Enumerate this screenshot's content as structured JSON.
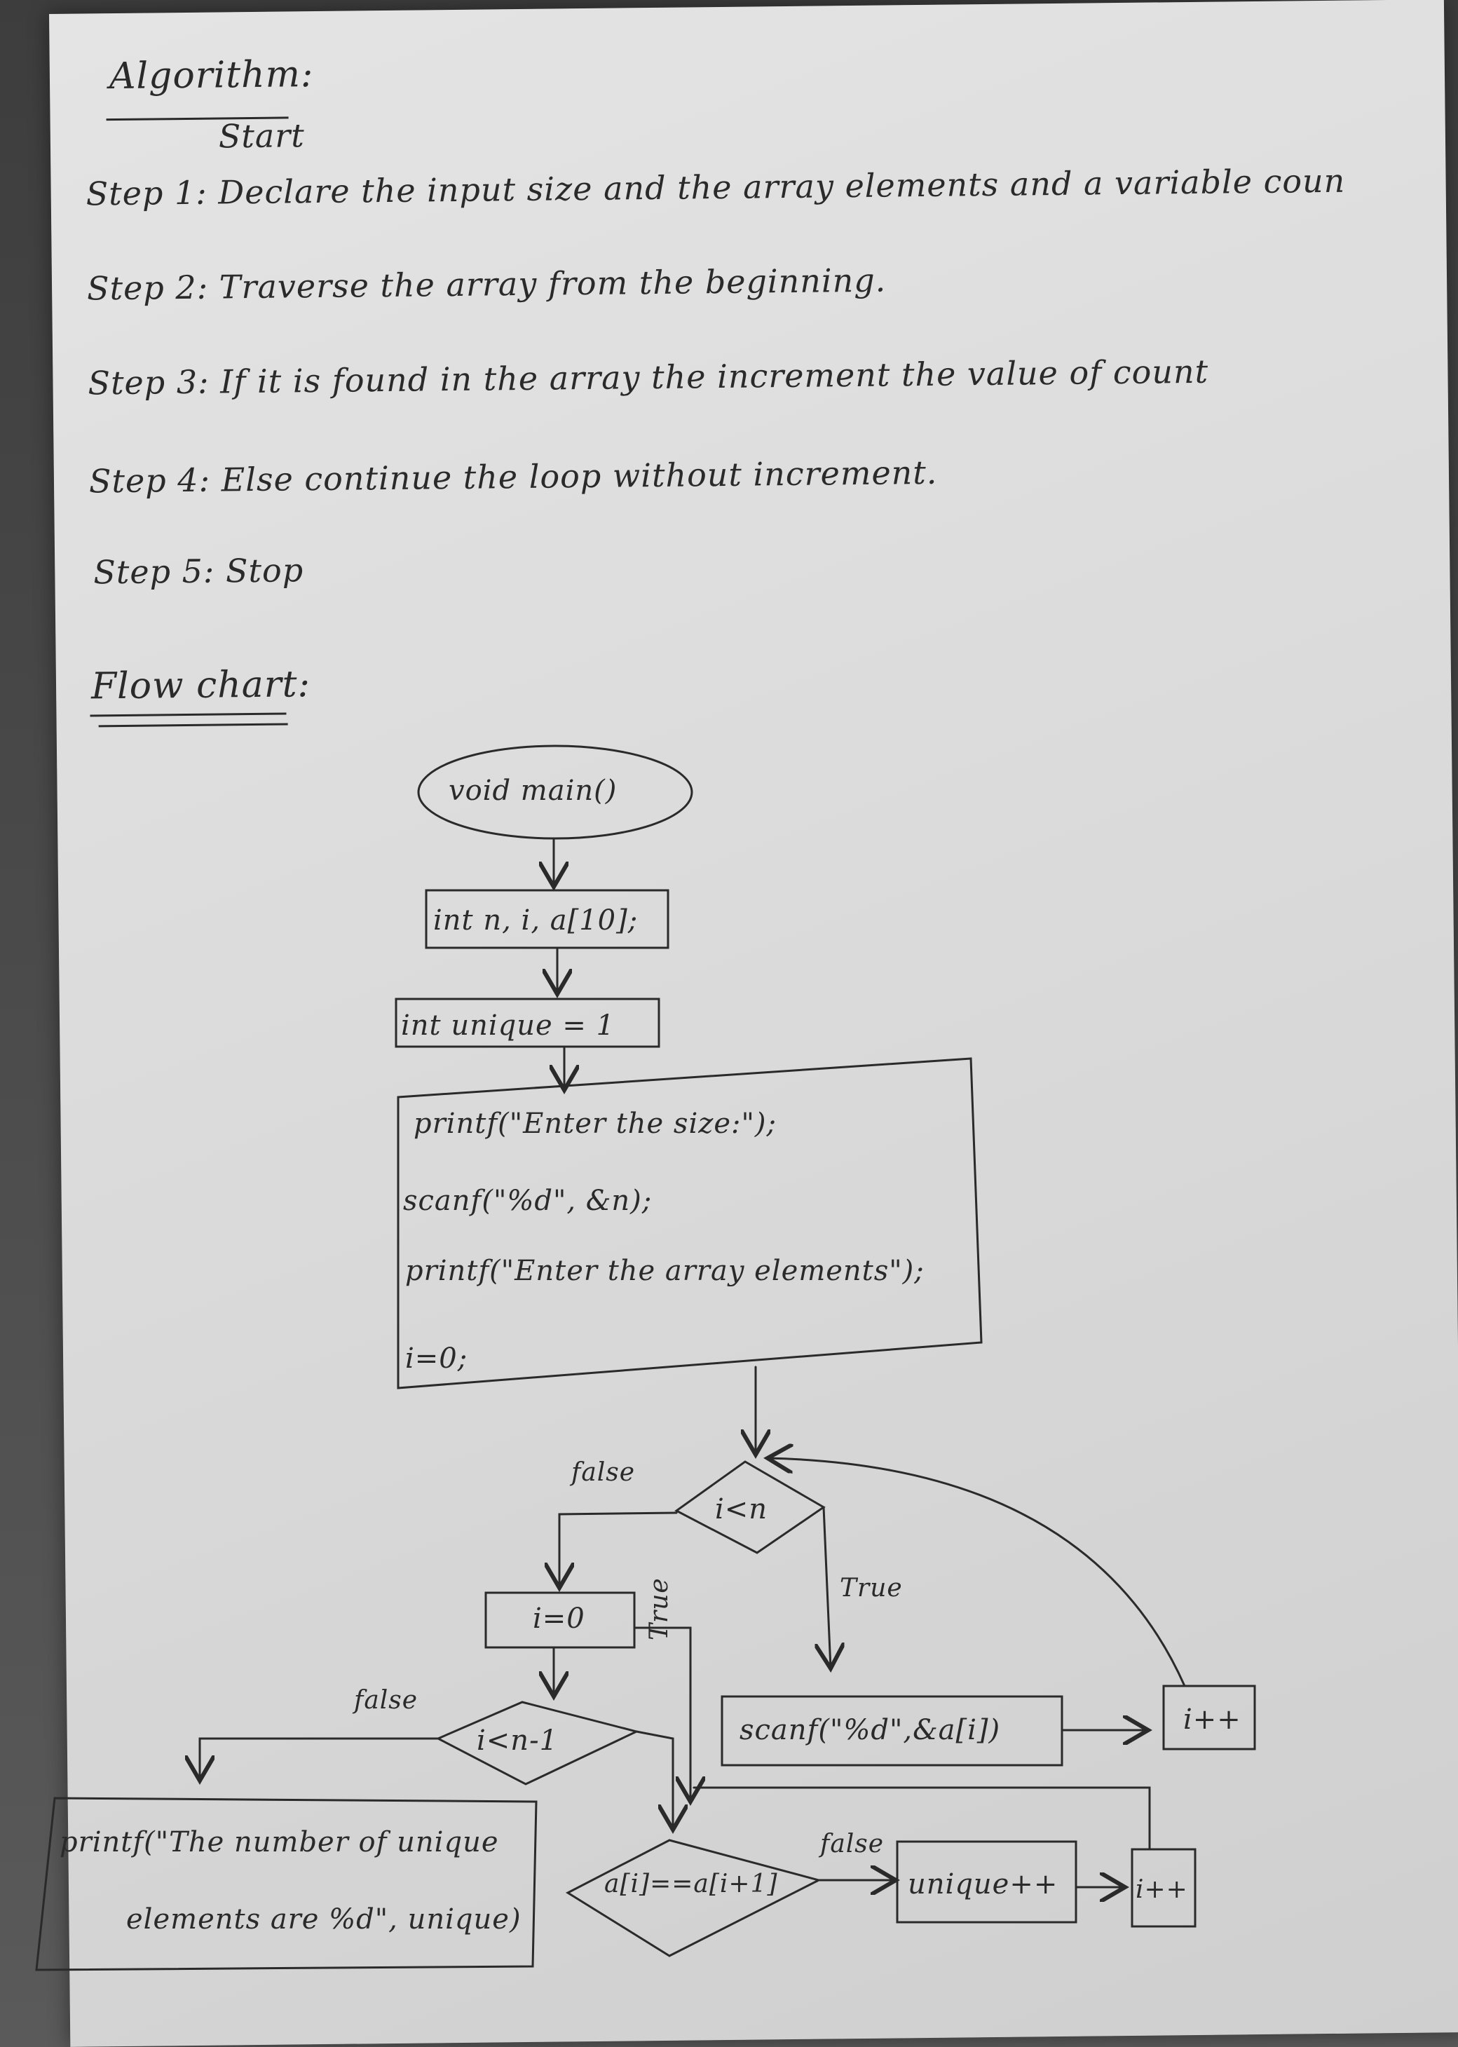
{
  "algorithm": {
    "heading": "Algorithm:",
    "start": "Start",
    "steps": [
      "Step 1: Declare the input size and the array elements and a variable coun",
      "Step 2: Traverse the array from the beginning.",
      "Step 3: If it is found in the array the increment the value of count",
      "Step 4: Else continue the loop without increment.",
      "Step 5: Stop"
    ]
  },
  "flowchart": {
    "heading": "Flow chart:",
    "start_oval": "void main()",
    "declare_box": "int n, i, a[10];",
    "unique_box": "int unique = 1",
    "io_lines": [
      "printf(\"Enter the size:\");",
      "scanf(\"%d\", &n);",
      "printf(\"Enter the array elements\");",
      "i=0;"
    ],
    "cond1": "i<n",
    "cond1_false": "false",
    "cond1_true": "True",
    "scan_box": "scanf(\"%d\",&a[i])",
    "inc1": "i++",
    "reset_box": "i=0",
    "cond2": "i<n-1",
    "cond2_false": "false",
    "cond2_true": "True",
    "result_lines": [
      "printf(\"The number of unique",
      "elements are %d\", unique)"
    ],
    "cond3": "a[i]==a[i+1]",
    "cond3_false": "false",
    "unique_inc": "unique++",
    "inc2": "i++"
  },
  "colors": {
    "paper": "#dcdcdc",
    "ink": "#2a2a2a"
  }
}
